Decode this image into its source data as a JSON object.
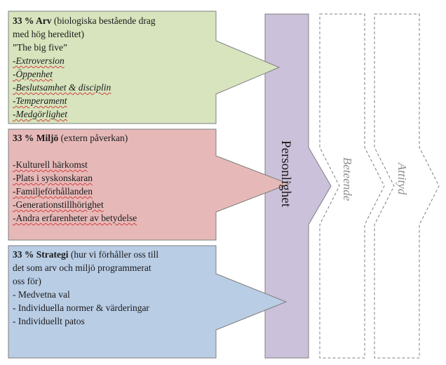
{
  "heredity": {
    "heading": "33 % Arv",
    "heading_rest": " (biologiska bestående drag",
    "line2": "med hög hereditet)",
    "line3": "”The big five”",
    "items": [
      "-Extroversion",
      "-Öppenhet",
      "-Beslutsamhet & disciplin",
      "-Temperament",
      "-Medgörlighet"
    ],
    "fill": "#d7e4bd"
  },
  "environment": {
    "heading": "33 % Miljö",
    "heading_rest": " (extern påverkan)",
    "items": [
      "-Kulturell härkomst",
      "-Plats i syskonskaran",
      "-Familjeförhållanden",
      "-Generationstillhörighet",
      "-Andra erfarenheter av betydelse"
    ],
    "fill": "#e6b9b8"
  },
  "strategy": {
    "heading": "33 % Strategi",
    "heading_rest": " (hur vi förhåller oss till",
    "line2": "det som arv och miljö programmerat",
    "line3": "oss för)",
    "items": [
      "- Medvetna val",
      "- Individuella normer & värderingar",
      "- Individuellt patos"
    ],
    "fill": "#b9cde5"
  },
  "personality": {
    "label": "Personlighet",
    "fill": "#ccc1da"
  },
  "behavior": {
    "label": "Beteende"
  },
  "attitude": {
    "label": "Attityd"
  }
}
